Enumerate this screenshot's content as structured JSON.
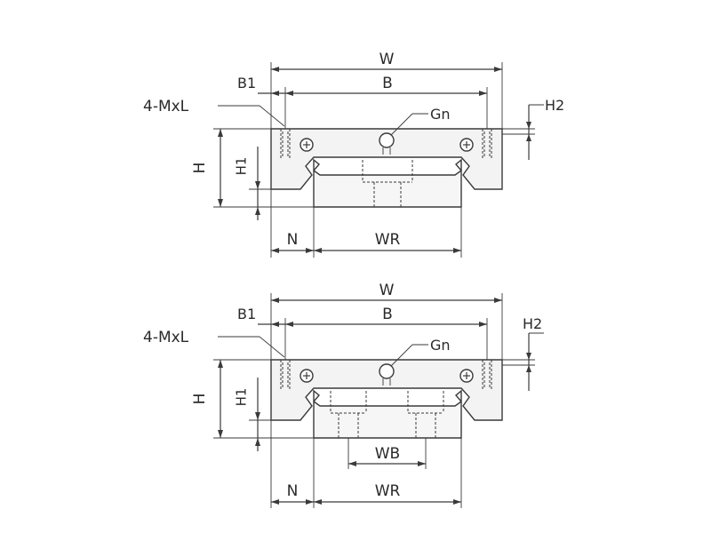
{
  "views": [
    {
      "name": "single-bolt-rail",
      "labels": {
        "W": "W",
        "B": "B",
        "B1": "B1",
        "M": "4-MxL",
        "H": "H",
        "H1": "H1",
        "H2": "H2",
        "Gn": "Gn",
        "N": "N",
        "WR": "WR"
      }
    },
    {
      "name": "double-bolt-rail",
      "labels": {
        "W": "W",
        "B": "B",
        "B1": "B1",
        "M": "4-MxL",
        "H": "H",
        "H1": "H1",
        "H2": "H2",
        "Gn": "Gn",
        "N": "N",
        "WR": "WR",
        "WB": "WB"
      }
    }
  ]
}
